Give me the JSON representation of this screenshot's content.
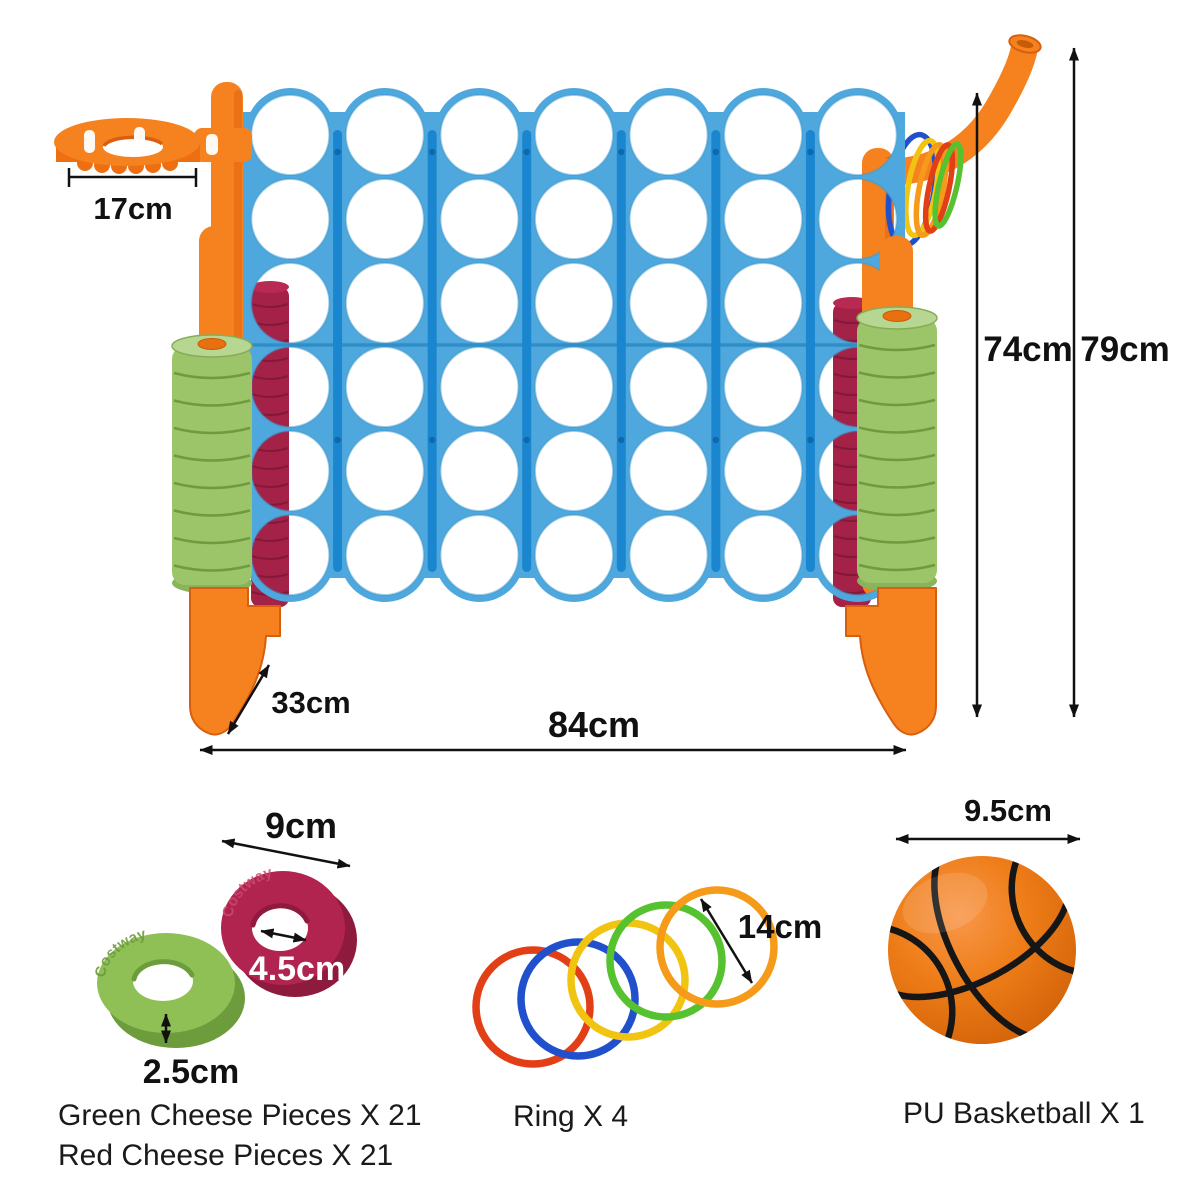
{
  "product": {
    "name": "giant-4-in-a-row-game",
    "board": {
      "columns": 7,
      "rows": 6
    },
    "dimensions": {
      "hoop_width": "17cm",
      "frame_height": "74cm",
      "total_height": "79cm",
      "depth": "33cm",
      "width": "84cm"
    }
  },
  "accessories": {
    "cheese_pieces": {
      "outer_diameter": "9cm",
      "hole_diameter": "4.5cm",
      "thickness": "2.5cm",
      "green_label": "Green Cheese Pieces X 21",
      "red_label": "Red Cheese Pieces X 21",
      "embossed_text": "Costway"
    },
    "toss_rings": {
      "diameter": "14cm",
      "label": "Ring X 4",
      "colors": [
        "#e23f17",
        "#2150cc",
        "#f2c412",
        "#57c22f",
        "#f59b19"
      ]
    },
    "basketball": {
      "diameter": "9.5cm",
      "label": "PU Basketball X 1"
    }
  },
  "colors": {
    "frame_orange": "#f5821e",
    "frame_orange_dark": "#d95f0e",
    "board_blue": "#4fa8dd",
    "rail_blue": "#1a86d0",
    "disc_green": "#9cc468",
    "disc_green_dark": "#6e9a40",
    "disc_red": "#a42147",
    "cheese_red_face": "#b12450",
    "ball_orange": "#ea7512",
    "annotation": "#111111"
  }
}
